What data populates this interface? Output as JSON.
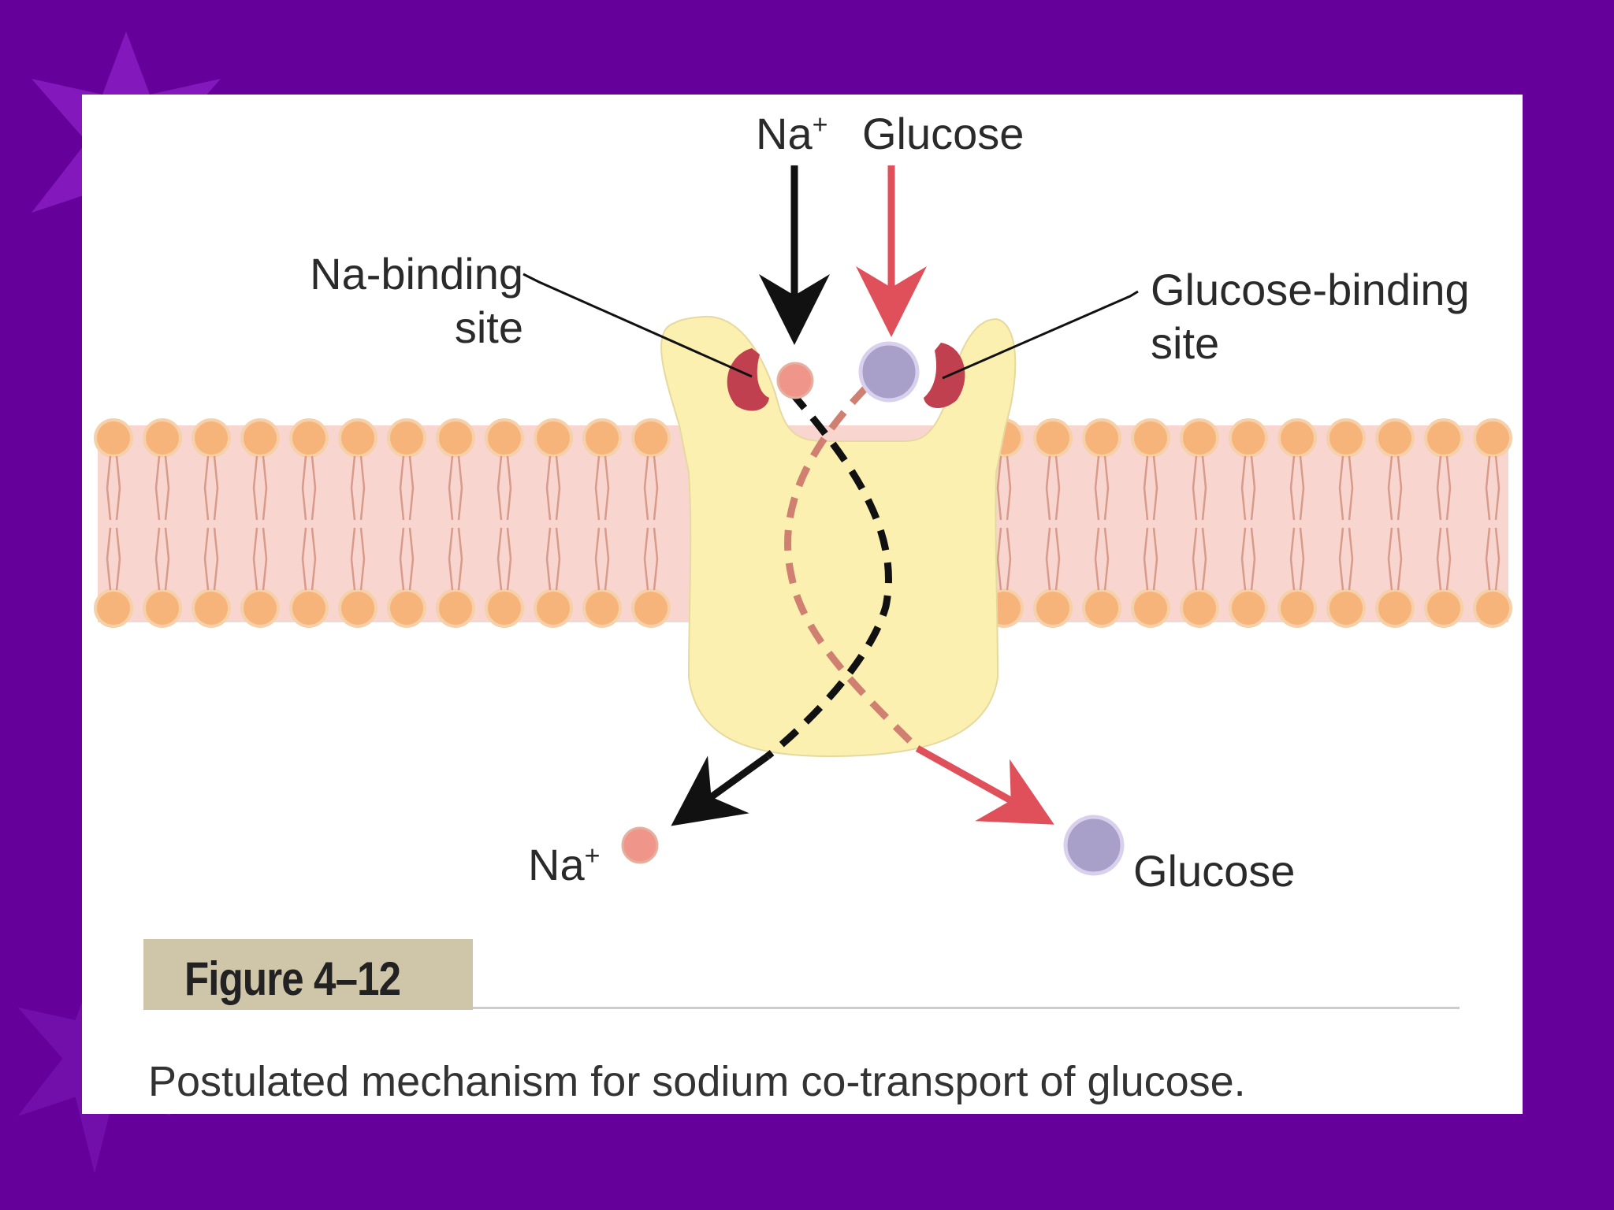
{
  "labels": {
    "top_na": "Na",
    "top_na_sup": "+",
    "top_glucose": "Glucose",
    "na_binding_line1": "Na-binding",
    "na_binding_line2": "site",
    "glucose_binding_line1": "Glucose-binding",
    "glucose_binding_line2": "site",
    "bottom_na": "Na",
    "bottom_na_sup": "+",
    "bottom_glucose": "Glucose"
  },
  "figure": {
    "number": "Figure 4–12",
    "caption": "Postulated mechanism for sodium co-transport of glucose."
  },
  "colors": {
    "background": "#66009a",
    "protein": "#fbf0b0",
    "membrane": "#f8d6cf",
    "lipid_head": "#f6b47a",
    "sodium": "#f0958a",
    "glucose": "#a8a0c8",
    "glucose_arrow": "#e0505a",
    "binding_site": "#c04050"
  }
}
